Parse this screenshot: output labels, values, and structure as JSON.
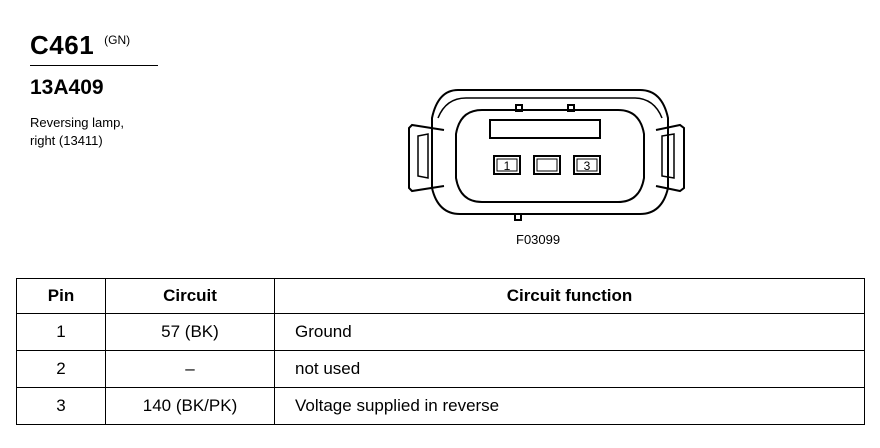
{
  "connector": {
    "code": "C461",
    "color": "(GN)",
    "part_number": "13A409",
    "description_line1": "Reversing lamp,",
    "description_line2": "right (13411)",
    "figure_id": "F03099",
    "pin_labels": [
      "1",
      "3"
    ]
  },
  "table": {
    "headers": {
      "pin": "Pin",
      "circuit": "Circuit",
      "function": "Circuit function"
    },
    "rows": [
      {
        "pin": "1",
        "circuit": "57 (BK)",
        "function": "Ground"
      },
      {
        "pin": "2",
        "circuit": "–",
        "function": "not used"
      },
      {
        "pin": "3",
        "circuit": "140 (BK/PK)",
        "function": "Voltage supplied in reverse"
      }
    ]
  }
}
